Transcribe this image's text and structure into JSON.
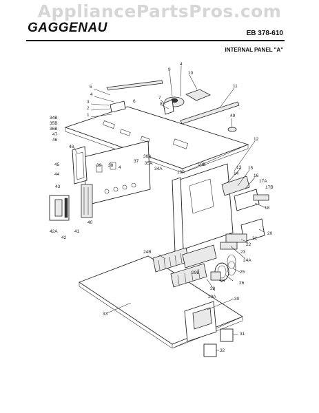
{
  "watermark": "AppliancePartsPros.com",
  "header": {
    "brand": "GAGGENAU",
    "model": "EB 378-610",
    "section_title": "INTERNAL PANEL \"A\""
  },
  "callouts": [
    "4",
    "9",
    "10",
    "5",
    "4",
    "6",
    "7",
    "8",
    "11",
    "3",
    "2",
    "1",
    "34B",
    "35B",
    "36B",
    "47",
    "46",
    "49",
    "48",
    "45",
    "44",
    "43",
    "39",
    "38",
    "4",
    "37",
    "36A",
    "35A",
    "34A",
    "40",
    "41",
    "42A",
    "42",
    "12",
    "19B",
    "19A",
    "13",
    "14",
    "15",
    "16",
    "17A",
    "17B",
    "18",
    "20",
    "21",
    "22",
    "23",
    "24A",
    "24B",
    "25",
    "26",
    "27",
    "28",
    "29B",
    "29A",
    "30",
    "33",
    "31",
    "32"
  ]
}
